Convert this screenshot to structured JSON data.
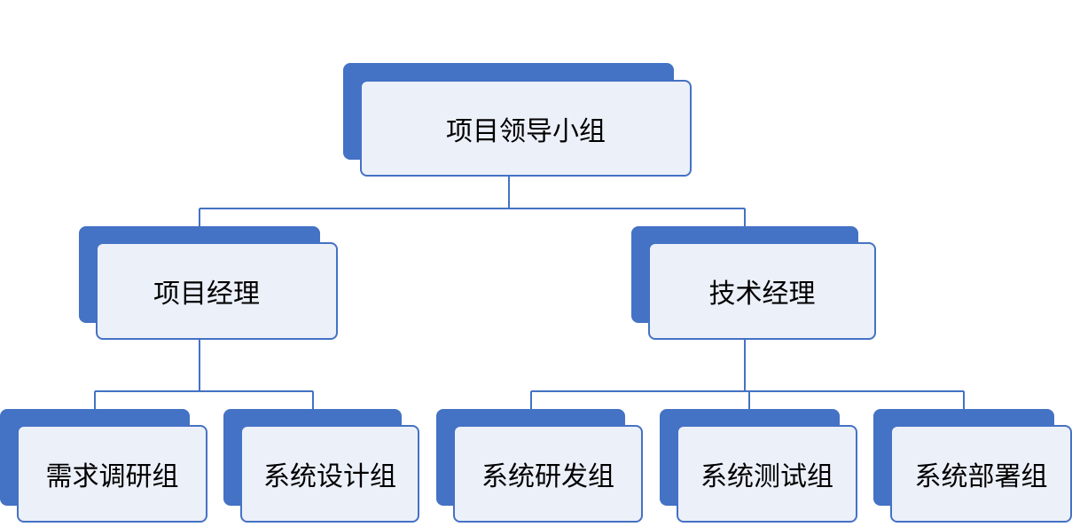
{
  "colors": {
    "accent": "#4472c4",
    "card_fill": "#ecf0f9",
    "text": "#000000"
  },
  "org_chart": {
    "root": {
      "label": "项目领导小组"
    },
    "managers": [
      {
        "label": "项目经理",
        "teams": [
          "需求调研组",
          "系统设计组"
        ]
      },
      {
        "label": "技术经理",
        "teams": [
          "系统研发组",
          "系统测试组",
          "系统部署组"
        ]
      }
    ]
  }
}
